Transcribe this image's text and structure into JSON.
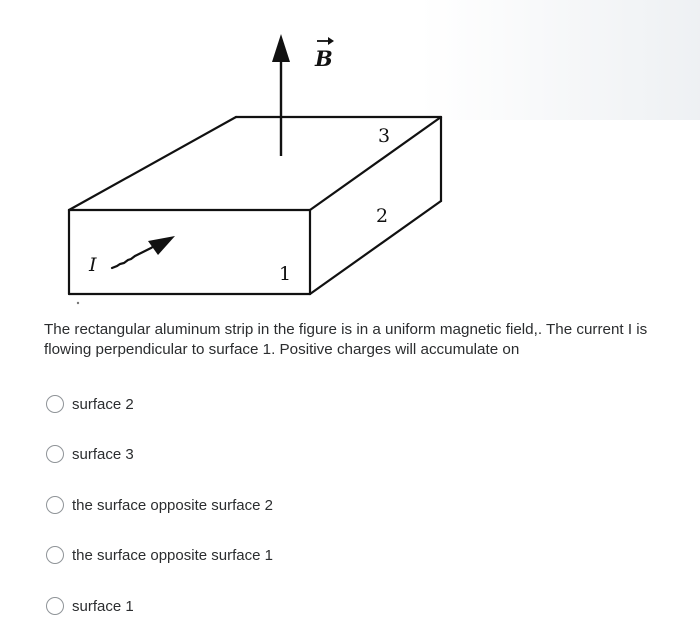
{
  "figure": {
    "b_label": "B",
    "current_label": "I",
    "surface_labels": [
      "1",
      "2",
      "3"
    ]
  },
  "question": {
    "text": "The rectangular aluminum strip in the figure is in a uniform magnetic field,. The current I is flowing perpendicular to surface 1. Positive charges will accumulate on"
  },
  "options": [
    {
      "label": "surface 2",
      "selected": false
    },
    {
      "label": "surface 3",
      "selected": false
    },
    {
      "label": "the surface opposite surface 2",
      "selected": false
    },
    {
      "label": "the surface opposite surface 1",
      "selected": false
    },
    {
      "label": "surface 1",
      "selected": false
    }
  ],
  "colors": {
    "text": "#2b2d2f",
    "radio_border": "#8f9498",
    "drawing": "#111111"
  }
}
